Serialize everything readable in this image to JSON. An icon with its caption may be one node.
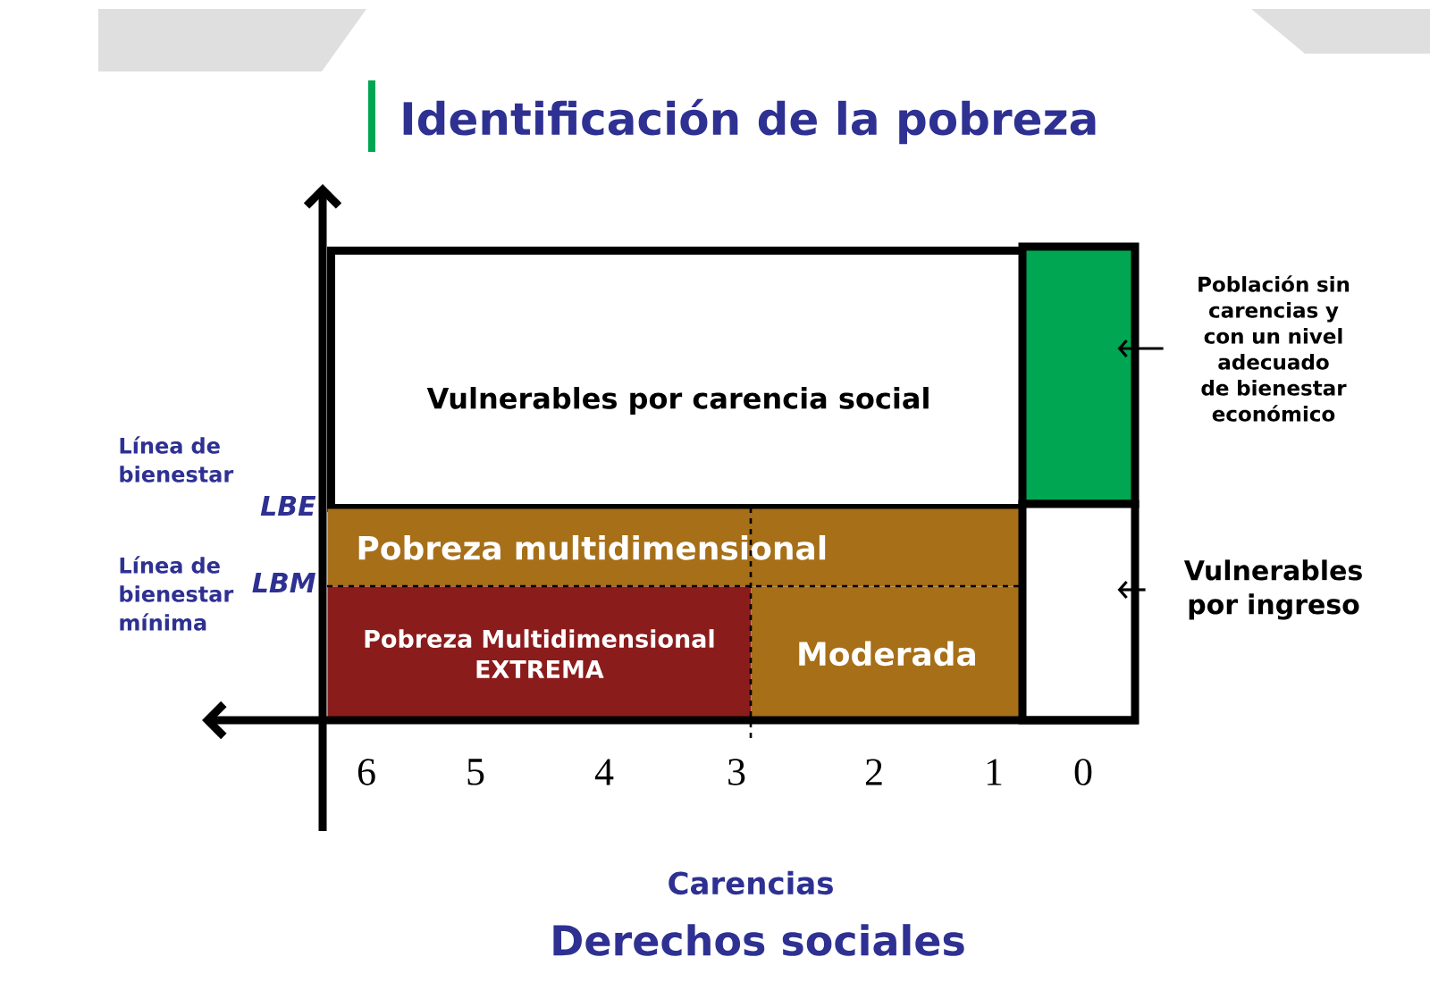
{
  "diagram": {
    "title": "Identificación de la pobreza",
    "nodes": [
      {
        "text": [
          "Vulnerables por carencia social"
        ]
      },
      {
        "text": [],
        "shape": "box"
      },
      {
        "text": [
          "Población sin carencias y con un nivel adecuado de bienestar económico"
        ]
      },
      {
        "text": [
          "Pobreza multidimensional"
        ]
      },
      {
        "text": [
          "Pobreza Multidimensional EXTREMA"
        ]
      },
      {
        "text": [
          "Moderada"
        ]
      },
      {
        "text": [],
        "shape": "box"
      },
      {
        "text": [
          "Vulnerables por ingreso"
        ]
      }
    ],
    "edges": [
      {
        "from": 2,
        "to": 1,
        "arrow": "to"
      },
      {
        "from": 7,
        "to": 6,
        "arrow": "to"
      }
    ],
    "labels": [
      "Línea de bienestar",
      "LBE",
      "Línea de bienestar mínima",
      "LBM",
      "6",
      "5",
      "4",
      "3",
      "2",
      "1",
      "0",
      "Carencias",
      "Derechos sociales"
    ]
  }
}
